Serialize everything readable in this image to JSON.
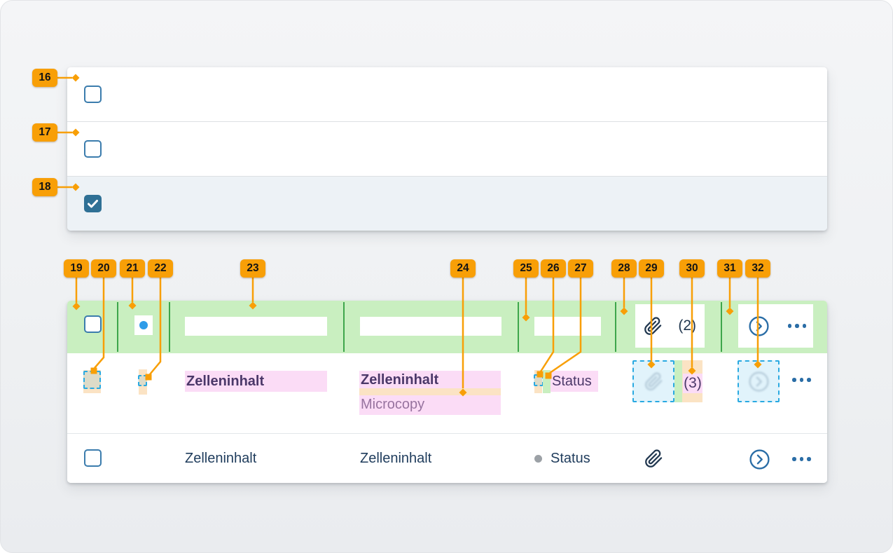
{
  "annotations": {
    "badges": [
      "16",
      "17",
      "18",
      "19",
      "20",
      "21",
      "22",
      "23",
      "24",
      "25",
      "26",
      "27",
      "28",
      "29",
      "30",
      "31",
      "32"
    ]
  },
  "selection_table": {
    "rows": [
      {
        "checkbox": "unchecked"
      },
      {
        "checkbox": "unchecked"
      },
      {
        "checkbox": "checked"
      }
    ]
  },
  "spec_table": {
    "header": {
      "checkbox": "unchecked",
      "radio_indicator": "blue-dot",
      "attachment_count": "(2)"
    },
    "spec_row": {
      "cell1": "Zelleninhalt",
      "cell2_title": "Zelleninhalt",
      "cell2_microcopy": "Microcopy",
      "status": "Status",
      "attachment_count": "(3)"
    },
    "default_row": {
      "cell1": "Zelleninhalt",
      "cell2": "Zelleninhalt",
      "status": "Status"
    }
  },
  "icons": {
    "attachment": "paperclip-icon",
    "open_detail": "chevron-right-circle-icon",
    "more_actions": "ellipsis-icon",
    "checked": "checkmark-icon",
    "radio": "blue-dot-icon",
    "status": "status-dot-icon"
  },
  "colors": {
    "annotation_orange": "#F89F07",
    "header_green": "#C9EFC0",
    "divider_green": "#3EA64B",
    "highlight_pink": "#FBDCF6",
    "spacing_peach": "#FBE3C4",
    "touch_target_border": "#29A9E1",
    "touch_target_fill": "#DDF0FA",
    "checkbox_blue": "#2F7095",
    "checkbox_border": "#3B7CAD",
    "action_blue": "#2A6DA6",
    "radio_dot_blue": "#2E9CE8",
    "text_navy": "#1F3C5C",
    "text_purple": "#4B3869",
    "microcopy_purple": "#97739F",
    "status_dot_gray": "#9CA1A6",
    "selected_row_bg": "#EDF2F6"
  }
}
